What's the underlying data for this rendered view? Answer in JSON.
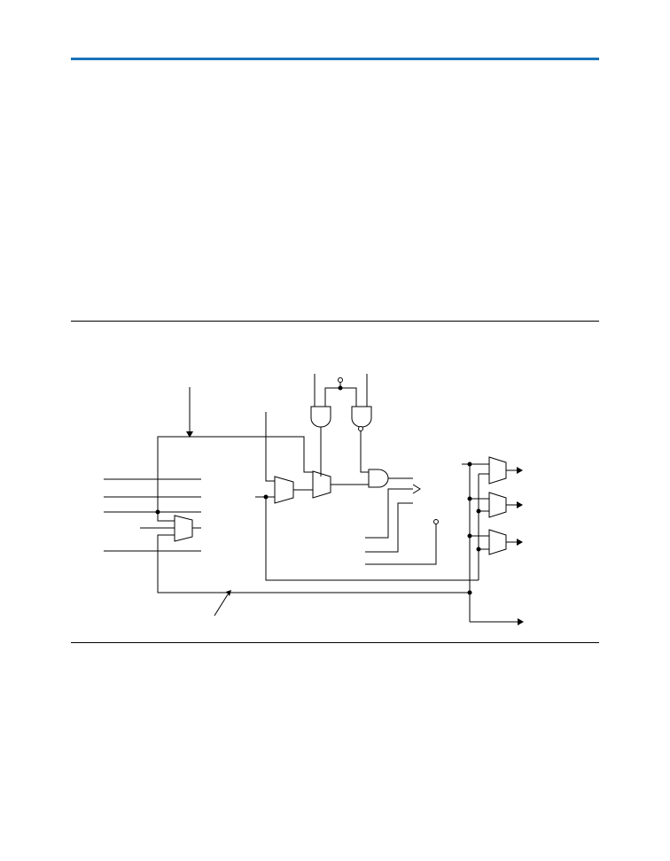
{
  "page": {
    "accent_color": "#1a73b8",
    "rule_color": "#000000",
    "background_color": "#ffffff"
  },
  "figure": {
    "kind": "logic-schematic",
    "components": [
      "and-gate",
      "multiplexer",
      "register",
      "logic-block",
      "junction",
      "signal-arrow",
      "inversion-bubble"
    ]
  }
}
